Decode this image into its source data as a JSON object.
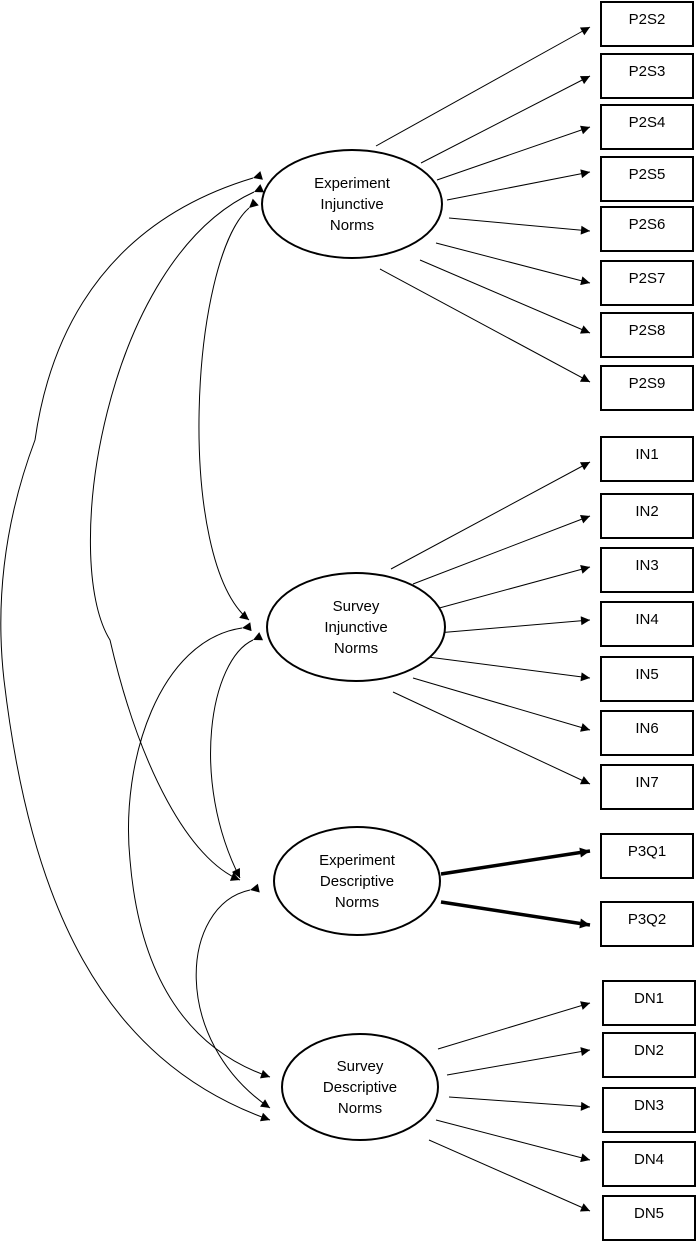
{
  "diagram": {
    "latents": [
      {
        "id": "exp_inj",
        "lines": [
          "Experiment",
          "Injunctive",
          "Norms"
        ]
      },
      {
        "id": "sur_inj",
        "lines": [
          "Survey",
          "Injunctive",
          "Norms"
        ]
      },
      {
        "id": "exp_desc",
        "lines": [
          "Experiment",
          "Descriptive",
          "Norms"
        ]
      },
      {
        "id": "sur_desc",
        "lines": [
          "Survey",
          "Descriptive",
          "Norms"
        ]
      }
    ],
    "indicators": [
      {
        "id": "P2S2",
        "label": "P2S2",
        "latent": "exp_inj"
      },
      {
        "id": "P2S3",
        "label": "P2S3",
        "latent": "exp_inj"
      },
      {
        "id": "P2S4",
        "label": "P2S4",
        "latent": "exp_inj"
      },
      {
        "id": "P2S5",
        "label": "P2S5",
        "latent": "exp_inj"
      },
      {
        "id": "P2S6",
        "label": "P2S6",
        "latent": "exp_inj"
      },
      {
        "id": "P2S7",
        "label": "P2S7",
        "latent": "exp_inj"
      },
      {
        "id": "P2S8",
        "label": "P2S8",
        "latent": "exp_inj"
      },
      {
        "id": "P2S9",
        "label": "P2S9",
        "latent": "exp_inj"
      },
      {
        "id": "IN1",
        "label": "IN1",
        "latent": "sur_inj"
      },
      {
        "id": "IN2",
        "label": "IN2",
        "latent": "sur_inj"
      },
      {
        "id": "IN3",
        "label": "IN3",
        "latent": "sur_inj"
      },
      {
        "id": "IN4",
        "label": "IN4",
        "latent": "sur_inj"
      },
      {
        "id": "IN5",
        "label": "IN5",
        "latent": "sur_inj"
      },
      {
        "id": "IN6",
        "label": "IN6",
        "latent": "sur_inj"
      },
      {
        "id": "IN7",
        "label": "IN7",
        "latent": "sur_inj"
      },
      {
        "id": "P3Q1",
        "label": "P3Q1",
        "latent": "exp_desc",
        "bold": true
      },
      {
        "id": "P3Q2",
        "label": "P3Q2",
        "latent": "exp_desc",
        "bold": true
      },
      {
        "id": "DN1",
        "label": "DN1",
        "latent": "sur_desc"
      },
      {
        "id": "DN2",
        "label": "DN2",
        "latent": "sur_desc"
      },
      {
        "id": "DN3",
        "label": "DN3",
        "latent": "sur_desc"
      },
      {
        "id": "DN4",
        "label": "DN4",
        "latent": "sur_desc"
      },
      {
        "id": "DN5",
        "label": "DN5",
        "latent": "sur_desc"
      }
    ],
    "covariances": [
      {
        "from": "exp_inj",
        "to": "sur_inj"
      },
      {
        "from": "exp_inj",
        "to": "exp_desc"
      },
      {
        "from": "exp_inj",
        "to": "sur_desc"
      },
      {
        "from": "sur_inj",
        "to": "exp_desc"
      },
      {
        "from": "sur_inj",
        "to": "sur_desc"
      },
      {
        "from": "exp_desc",
        "to": "sur_desc"
      }
    ],
    "colors": {
      "line": "#000000",
      "background": "#ffffff"
    }
  }
}
